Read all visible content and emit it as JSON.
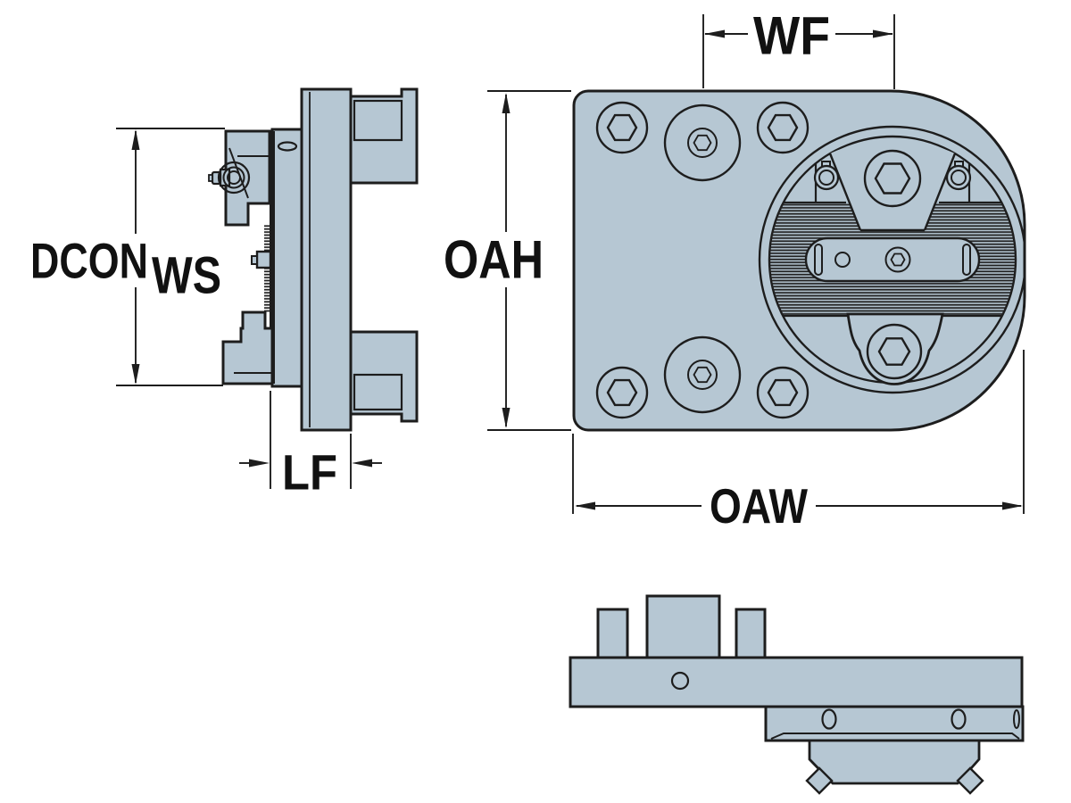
{
  "drawing": {
    "type": "technical-drawing",
    "subject": "clamping unit with serrated round coupling shown in three orthographic views",
    "background": "#ffffff",
    "colors": {
      "part_fill": "#b6c7d3",
      "outline": "#1d1d1d",
      "hatch_line": "#222222"
    },
    "dimension_labels": {
      "dcon": "DCON",
      "ws": "WS",
      "lf": "LF",
      "oah": "OAH",
      "wf": "WF",
      "oaw": "OAW"
    }
  }
}
